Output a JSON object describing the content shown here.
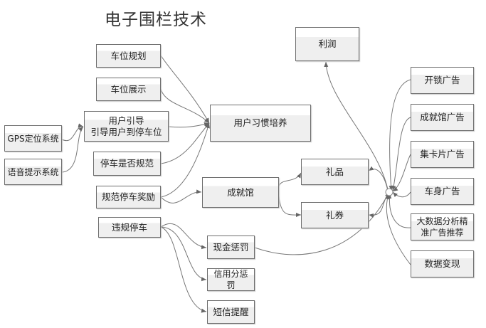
{
  "title": "电子围栏技术",
  "nodes": {
    "parking_planning": "车位规划",
    "parking_display": "车位展示",
    "user_guidance": "用户引导\n引导用户到停车位",
    "gps": "GPS定位系统",
    "voice": "语音提示系统",
    "parking_compliance": "停车是否规范",
    "parking_reward": "规范停车奖励",
    "violation": "违规停车",
    "habit": "用户习惯培养",
    "achievement_hall": "成就馆",
    "gift": "礼品",
    "coupon": "礼券",
    "profit": "利润",
    "cash_penalty": "现金惩罚",
    "credit_penalty": "信用分惩罚",
    "sms_reminder": "短信提醒",
    "unlock_ad": "开锁广告",
    "achievement_ad": "成就馆广告",
    "card_ad": "集卡片广告",
    "body_ad": "车身广告",
    "bigdata_ad": "大数据分析精准广告推荐",
    "data_monetization": "数据变现"
  },
  "edges": [
    [
      "parking_planning",
      "habit"
    ],
    [
      "parking_display",
      "habit"
    ],
    [
      "user_guidance",
      "habit"
    ],
    [
      "parking_compliance",
      "habit"
    ],
    [
      "parking_reward",
      "habit"
    ],
    [
      "gps",
      "user_guidance"
    ],
    [
      "voice",
      "user_guidance"
    ],
    [
      "parking_reward",
      "achievement_hall"
    ],
    [
      "achievement_hall",
      "gift"
    ],
    [
      "achievement_hall",
      "coupon"
    ],
    [
      "violation",
      "cash_penalty"
    ],
    [
      "violation",
      "credit_penalty"
    ],
    [
      "violation",
      "sms_reminder"
    ],
    [
      "cash_penalty",
      "hub"
    ],
    [
      "unlock_ad",
      "hub"
    ],
    [
      "achievement_ad",
      "hub"
    ],
    [
      "card_ad",
      "hub"
    ],
    [
      "body_ad",
      "hub"
    ],
    [
      "bigdata_ad",
      "hub"
    ],
    [
      "data_monetization",
      "hub"
    ],
    [
      "hub",
      "gift"
    ],
    [
      "hub",
      "coupon"
    ],
    [
      "hub",
      "profit"
    ]
  ]
}
